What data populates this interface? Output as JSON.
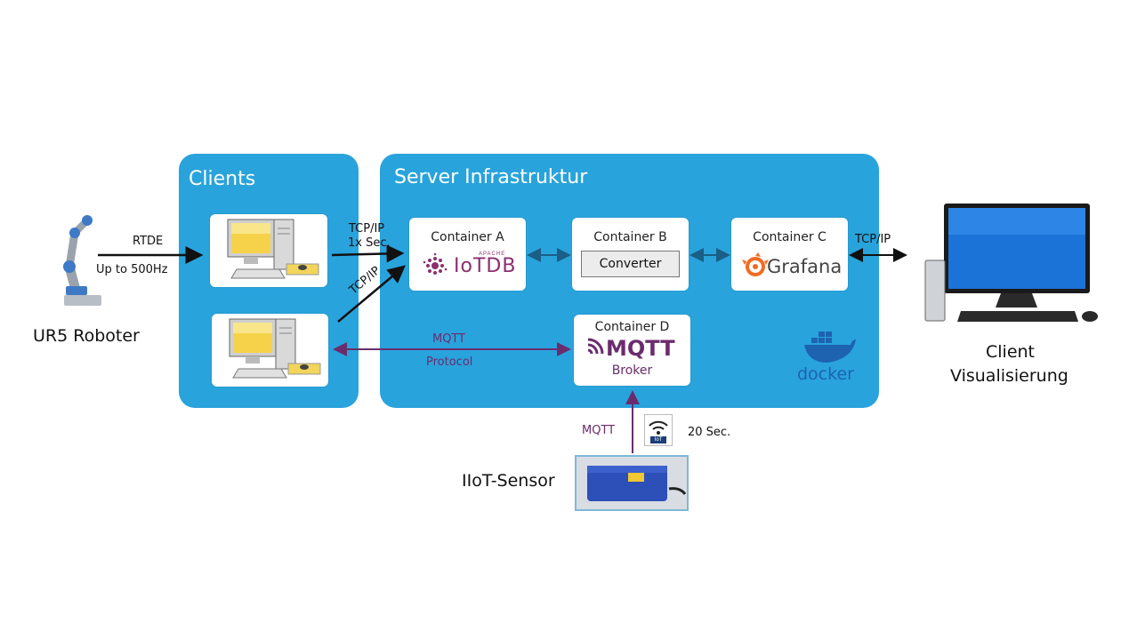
{
  "robot": {
    "label": "UR5 Roboter"
  },
  "links": {
    "robot_to_client": {
      "top": "RTDE",
      "bottom": "Up to 500Hz"
    },
    "client1_to_a": {
      "line1": "TCP/IP",
      "line2": "1x Sec."
    },
    "client2_to_a": "TCP/IP",
    "client2_to_d": {
      "line1": "MQTT",
      "line2": "Protocol"
    },
    "c_to_visual": "TCP/IP",
    "sensor_to_d": {
      "protocol": "MQTT",
      "interval": "20 Sec."
    }
  },
  "clients_panel": {
    "title": "Clients"
  },
  "server_panel": {
    "title": "Server Infrastruktur",
    "docker_logo_text": "docker"
  },
  "containers": {
    "a": {
      "title": "Container A",
      "logo_text": "IoTDB",
      "logo_sup": "APACHE"
    },
    "b": {
      "title": "Container B",
      "inner_label": "Converter"
    },
    "c": {
      "title": "Container C",
      "logo_text": "Grafana"
    },
    "d": {
      "title": "Container D",
      "logo_text": "MQTT",
      "subtitle": "Broker"
    }
  },
  "visualization": {
    "line1": "Client",
    "line2": "Visualisierung"
  },
  "sensor": {
    "label": "IIoT-Sensor",
    "badge_text": "IoT"
  },
  "colors": {
    "panel": "#29a3dc",
    "mqtt_purple": "#6b2c6e",
    "iotdb": "#8b2f6e",
    "grafana": "#f26b21"
  }
}
